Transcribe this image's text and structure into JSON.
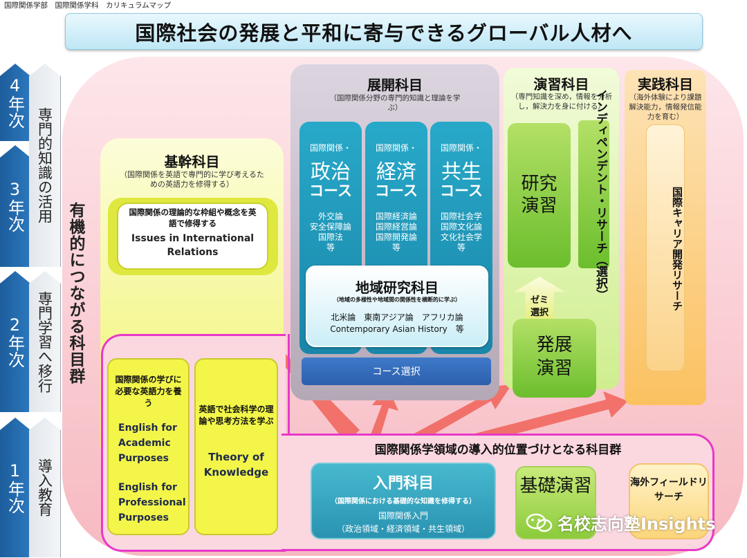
{
  "header": {
    "caption": "国際関係学部　国際関係学科　カリキュラムマップ",
    "title": "国際社会の発展と平和に寄与できるグローバル人材へ"
  },
  "years": [
    {
      "label": "4年次"
    },
    {
      "label": "3年次"
    },
    {
      "label": "2年次"
    },
    {
      "label": "1年次"
    }
  ],
  "stages": [
    {
      "label": "専門的知識の活用"
    },
    {
      "label": "専門学習へ移行"
    },
    {
      "label": "導入教育"
    }
  ],
  "vertical_label": "有機的につながる科目群",
  "core": {
    "title": "基幹科目",
    "subtitle": "（国際関係を英語で専門的に学び考えるための英語力を修得する）",
    "card_ja": "国際関係の理論的な枠組や概念を英語で修得する",
    "card_en": "Issues in International Relations"
  },
  "intro": {
    "title": "国際関係学領域の導入的位置づけとなる科目群",
    "eap_title": "国際関係の学びに必要な英語力を養う",
    "eap_en1": "English for Academic Purposes",
    "eap_en2": "English for Professional Purposes",
    "tok_title": "英語で社会科学の理論や思考方法を学ぶ",
    "tok_en": "Theory of Knowledge",
    "nyumon_title": "入門科目",
    "nyumon_sub": "（国際関係における基礎的な知識を修得する）",
    "nyumon_l1": "国際関係入門",
    "nyumon_l2": "（政治領域・経済領域・共生領域）",
    "kiso": "基礎演習",
    "field": "海外フィールドリサーチ"
  },
  "tenkai": {
    "title": "展開科目",
    "subtitle": "（国際関係分野の専門的知識と理論を学ぶ）",
    "courses": [
      {
        "prefix": "国際関係・",
        "name": "政治",
        "suffix": "コース",
        "list": "外交論\n安全保障論\n国際法\n等"
      },
      {
        "prefix": "国際関係・",
        "name": "経済",
        "suffix": "コース",
        "list": "国際経済論\n国際経営論\n国際開発論\n等"
      },
      {
        "prefix": "国際関係・",
        "name": "共生",
        "suffix": "コース",
        "list": "国際社会学\n国際文化論\n文化社会学\n等"
      }
    ],
    "region_title": "地域研究科目",
    "region_sub": "（地域の多様性や地域間の関係性を横断的に学ぶ）",
    "region_l1": "北米論　東南アジア論　アフリカ論",
    "region_l2": "Contemporary Asian History　等",
    "course_select": "コース選択"
  },
  "enshu": {
    "title": "演習科目",
    "subtitle": "（専門知識を深め，情報を分析し，解決力を身に付ける）",
    "kenkyu": "研究演習",
    "independent": "インディペンデント・リサーチ（選択）",
    "zemi": "ゼミ選択",
    "hatten": "発展演習"
  },
  "jissen": {
    "title": "実践科目",
    "subtitle": "（海外体験により課題解決能力，情報発信能力を育む）",
    "career": "国際キャリア開発リサーチ"
  },
  "watermark": "名校志向塾Insights",
  "colors": {
    "accent_pink": "#e838c9",
    "year_blue": "#1d5d9c",
    "course_blue": "#1a86a9",
    "green": "#6cbe2d",
    "orange": "#fbc160",
    "arrow_red": "#ef5a4f"
  }
}
